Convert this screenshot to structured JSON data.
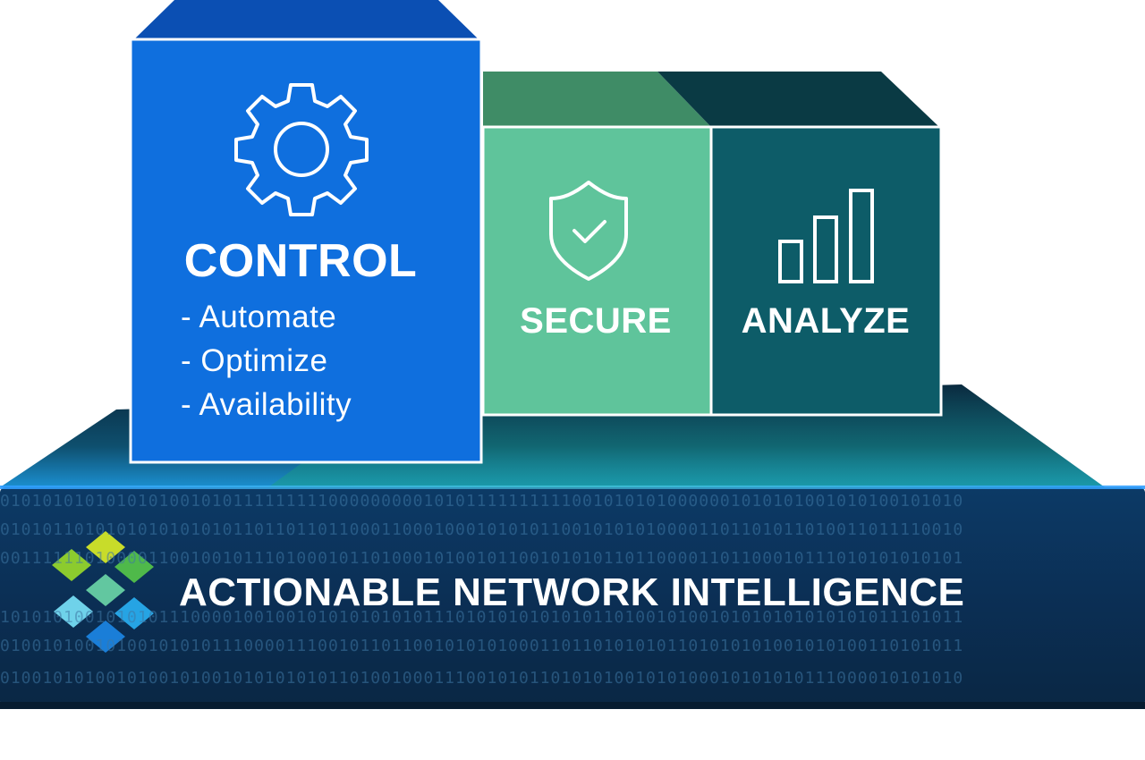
{
  "control": {
    "title": "CONTROL",
    "items": [
      "- Automate",
      "- Optimize",
      "- Availability"
    ],
    "icon": "gear-icon",
    "color": "#0f6fde"
  },
  "secure": {
    "title": "SECURE",
    "icon": "shield-check-icon",
    "color": "#5fc49b"
  },
  "analyze": {
    "title": "ANALYZE",
    "icon": "bar-chart-icon",
    "color": "#0d5c68"
  },
  "platform": {
    "title": "ACTIONABLE NETWORK INTELLIGENCE",
    "icon": "diamond-grid-logo-icon",
    "color": "#0b2f52"
  },
  "binary": [
    "0101010101010101001010111111111000000000101011111111110010101010000001010101001010100101010",
    "0101011010101010101010110110110110001100010001010101100101010100001101101011010011011110010",
    "0011111101000011001001011101000101101000101001011001010101101100001101100010111010101010101",
    "1010101001010101110000100100101010101010111010101010101011010010100101010101010101011101011",
    "0100101001010010101011100001110010110110010101010001101101010101101010101001010100110101011",
    "0100101010010100101001010101010110100100011100101011010101001010100010101010111000010101010"
  ]
}
